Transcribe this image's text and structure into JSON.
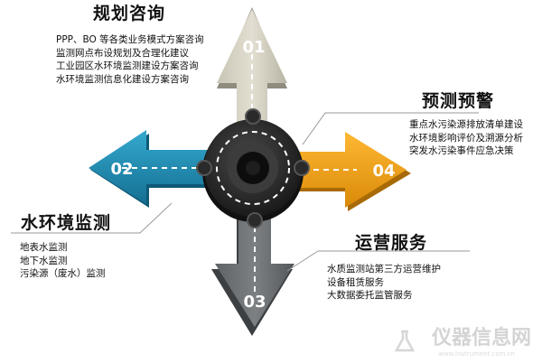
{
  "sections": {
    "planning": {
      "number": "01",
      "title": "规划咨询",
      "items": [
        "PPP、BO 等各类业务模式方案咨询",
        "监测网点布设规划及合理化建议",
        "工业园区水环境监测建设方案咨询",
        "水环境监测信息化建设方案咨询"
      ]
    },
    "water_monitoring": {
      "number": "02",
      "title": "水环境监测",
      "items": [
        "地表水监测",
        "地下水监测",
        "污染源（废水）监测"
      ]
    },
    "operation": {
      "number": "03",
      "title": "运营服务",
      "items": [
        "水质监测站第三方运营维护",
        "设备租赁服务",
        "大数据委托监管服务"
      ]
    },
    "warning": {
      "number": "04",
      "title": "预测预警",
      "items": [
        "重点水污染源排放清单建设",
        "水环境影响评价及溯源分析",
        "突发水污染事件应急决策"
      ]
    }
  },
  "colors": {
    "up_arrow": "#d8d4c6",
    "left_arrow": "#1d8fb6",
    "down_arrow": "#6f7376",
    "right_arrow": "#f0a21c",
    "hub": "#2d2d2d"
  },
  "watermark": {
    "brand": "仪器信息网",
    "url": "www.instrument.com.cn"
  }
}
